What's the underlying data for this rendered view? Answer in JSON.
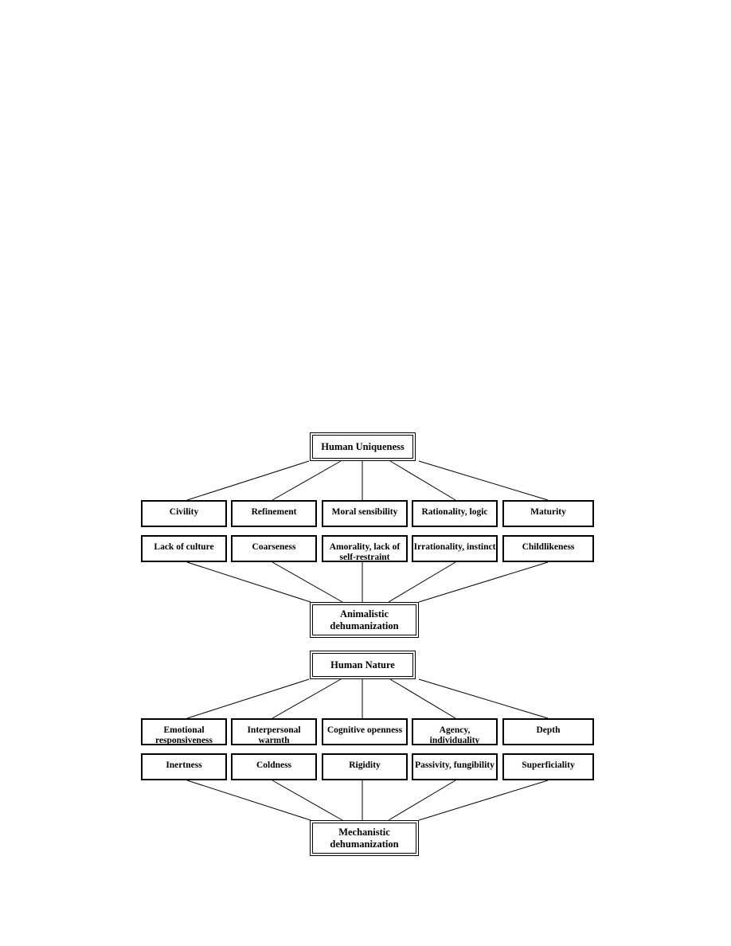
{
  "sections": [
    {
      "top": "Human Uniqueness",
      "traits": [
        "Civility",
        "Refinement",
        "Moral sensibility",
        "Rationality, logic",
        "Maturity"
      ],
      "opposites": [
        "Lack of culture",
        "Coarseness",
        "Amorality, lack of self-restraint",
        "Irrationality, instinct",
        "Childlikeness"
      ],
      "bottom": "Animalistic dehumanization"
    },
    {
      "top": "Human Nature",
      "traits": [
        "Emotional responsiveness",
        "Interpersonal warmth",
        "Cognitive openness",
        "Agency, individuality",
        "Depth"
      ],
      "opposites": [
        "Inertness",
        "Coldness",
        "Rigidity",
        "Passivity, fungibility",
        "Superficiality"
      ],
      "bottom": "Mechanistic dehumanization"
    }
  ]
}
